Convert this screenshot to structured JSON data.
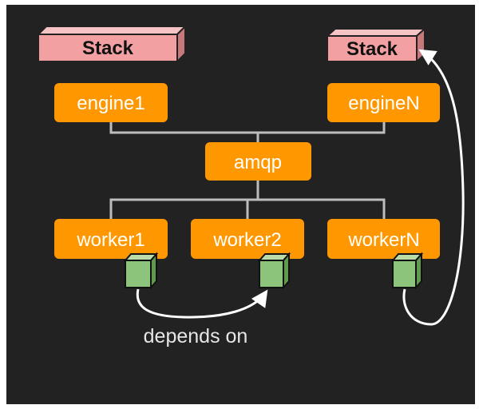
{
  "stacks": {
    "left": "Stack",
    "right": "Stack"
  },
  "engines": {
    "first": "engine1",
    "last": "engineN"
  },
  "broker": "amqp",
  "workers": {
    "first": "worker1",
    "second": "worker2",
    "last": "workerN"
  },
  "annotation": "depends on",
  "colors": {
    "background": "#222222",
    "node_fill": "#ff9800",
    "stack_fill": "#f2a0a2",
    "dependency_cube": "#8dc47c",
    "connector": "#bdbdbd",
    "arrow": "#ffffff"
  }
}
